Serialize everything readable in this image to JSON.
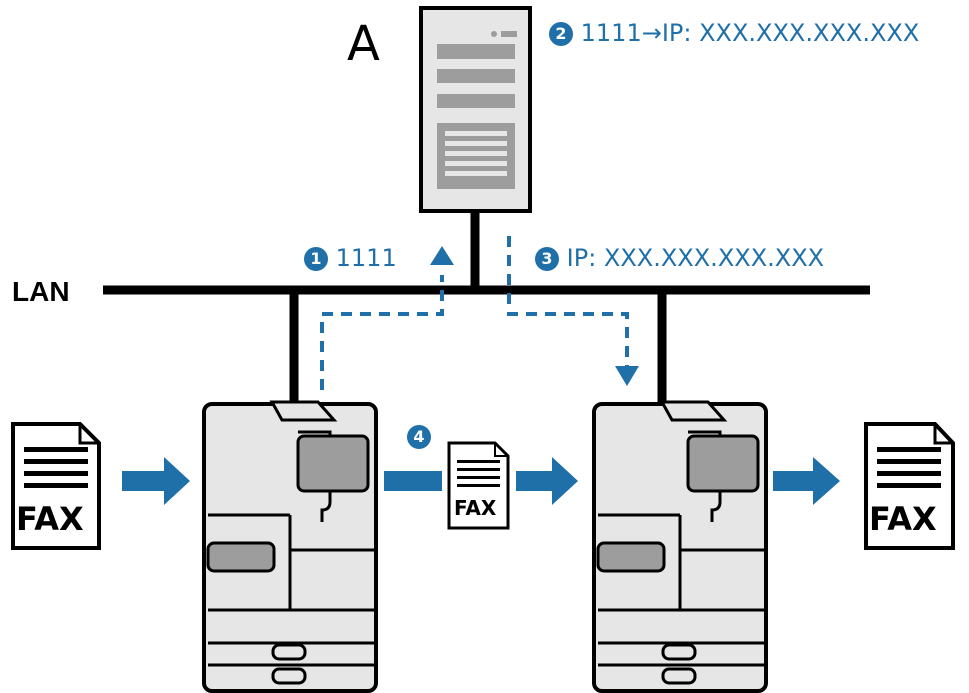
{
  "server": {
    "label": "A"
  },
  "network": {
    "label": "LAN"
  },
  "steps": [
    {
      "number": "1",
      "text": "1111"
    },
    {
      "number": "2",
      "text": "1111→IP: XXX.XXX.XXX.XXX"
    },
    {
      "number": "3",
      "text": "IP: XXX.XXX.XXX.XXX"
    },
    {
      "number": "4",
      "text": ""
    }
  ],
  "documents": {
    "label": "FAX"
  },
  "colors": {
    "accent": "#1f6fa9",
    "device_gray": "#e6e6e6",
    "line": "#000000"
  }
}
